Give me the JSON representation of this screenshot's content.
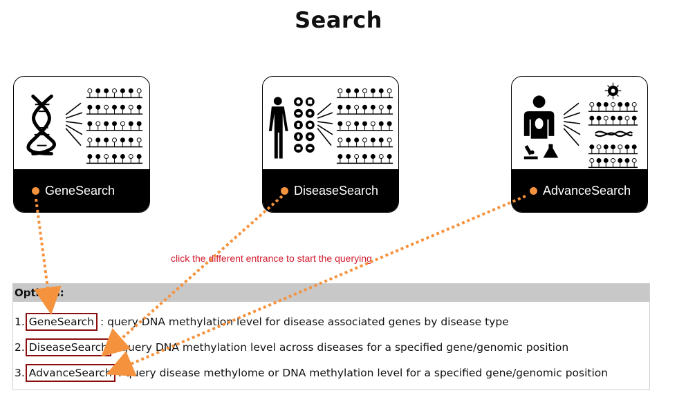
{
  "page_title": "Search",
  "cards": {
    "gene": {
      "label": "GeneSearch"
    },
    "disease": {
      "label": "DiseaseSearch"
    },
    "advance": {
      "label": "AdvanceSearch"
    }
  },
  "hint": "click the different entrance to start the querying",
  "options": {
    "header": "Options:",
    "items": [
      {
        "number": "1.",
        "keyword": "GeneSearch",
        "description": ": query DNA methylation level for disease associated genes by disease type"
      },
      {
        "number": "2.",
        "keyword": "DiseaseSearch",
        "description": ": query DNA methylation level across diseases for a specified gene/genomic position"
      },
      {
        "number": "3.",
        "keyword": "AdvanceSearch",
        "description": ": query disease methylome or DNA methylation level for a specified gene/genomic position"
      }
    ]
  },
  "colors": {
    "accent_orange": "#f5923e",
    "hint_red": "#d21a2c",
    "keyword_border": "#8b0c0c",
    "header_gray": "#c8c8c8"
  }
}
